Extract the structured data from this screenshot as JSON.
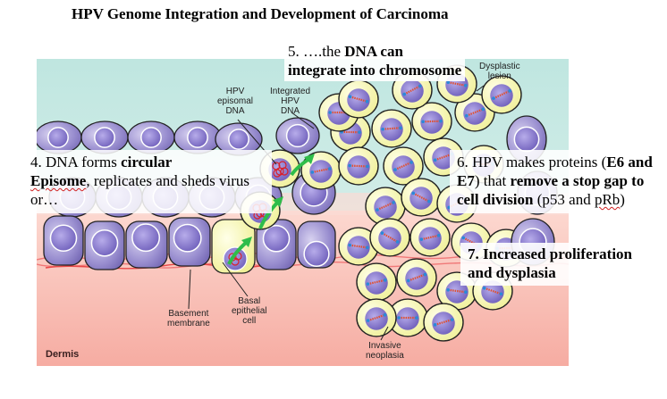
{
  "title": "HPV Genome Integration and Development of Carcinoma",
  "figure": {
    "labels": {
      "hpv_episomal_dna": [
        "HPV",
        "episomal",
        "DNA"
      ],
      "integrated_hpv_dna": [
        "Integrated",
        "HPV",
        "DNA"
      ],
      "dysplastic_lesion": [
        "Dysplastic",
        "lesion"
      ],
      "basement_membrane": [
        "Basement",
        "membrane"
      ],
      "basal_epithelial_cell": [
        "Basal",
        "epithelial",
        "cell"
      ],
      "invasive_neoplasia": [
        "Invasive",
        "neoplasia"
      ],
      "dermis": "Dermis"
    },
    "colors": {
      "epithelium_bg": "#bfe6e0",
      "dermis_bg": "#f6b1a8",
      "normal_cell": "#8b7fc4",
      "infected_cell": "#f4f4a8",
      "nucleus": "#7d6cc0",
      "arrow_green": "#2ebd4a",
      "episome_red": "#d8202a"
    }
  },
  "notes": {
    "step4": {
      "prefix": "4. DNA forms ",
      "bold1": "circular",
      "bold2": "Episome",
      "suffix": ", replicates and sheds virus or…"
    },
    "step5": {
      "prefix": "5. ….the ",
      "bold1": "DNA can",
      "bold2": "integrate into chromosome"
    },
    "step6": {
      "prefix": "6. HPV makes proteins (",
      "bold1": "E6 and",
      "bold2": "E7",
      "mid": ") that ",
      "bold3": "remove a stop gap to",
      "bold4": "cell division",
      "suffix_pre": " (p53 and ",
      "suffix_word": "pRb",
      "suffix_post": ")"
    },
    "step7": {
      "line1": "7. Increased proliferation",
      "line2": "and dysplasia"
    }
  }
}
